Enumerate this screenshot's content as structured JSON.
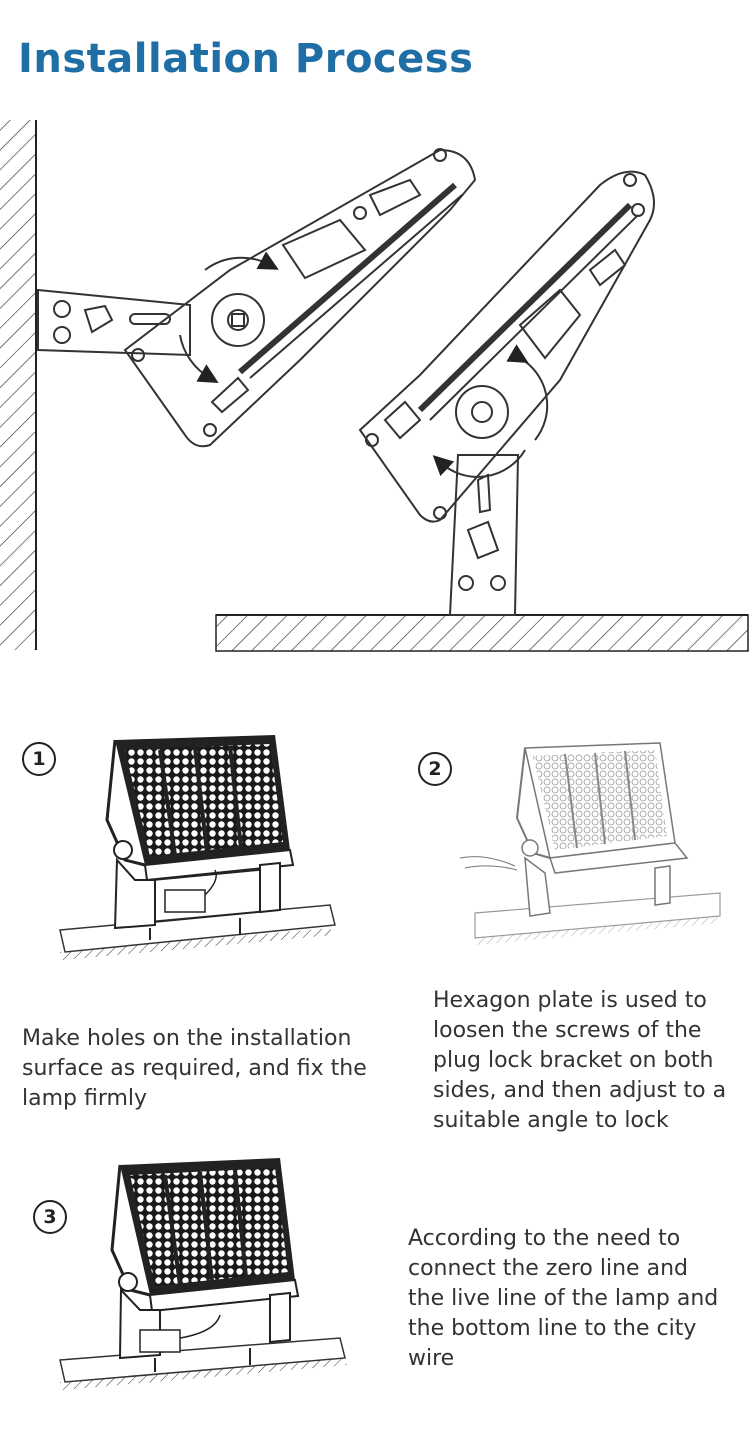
{
  "header": {
    "title": "Installation Process"
  },
  "steps": [
    {
      "number": "1",
      "text": "Make holes on the installation surface as required, and fix the lamp firmly"
    },
    {
      "number": "2",
      "text": "Hexagon plate is used to loosen the screws of the plug lock bracket on both sides, and then adjust to a suitable angle to lock"
    },
    {
      "number": "3",
      "text": "According to the need to connect the zero line and the live line of the lamp and the bottom line to the city wire"
    }
  ],
  "colors": {
    "title": "#1f6fa6",
    "line": "#333333",
    "ink": "#222222"
  }
}
